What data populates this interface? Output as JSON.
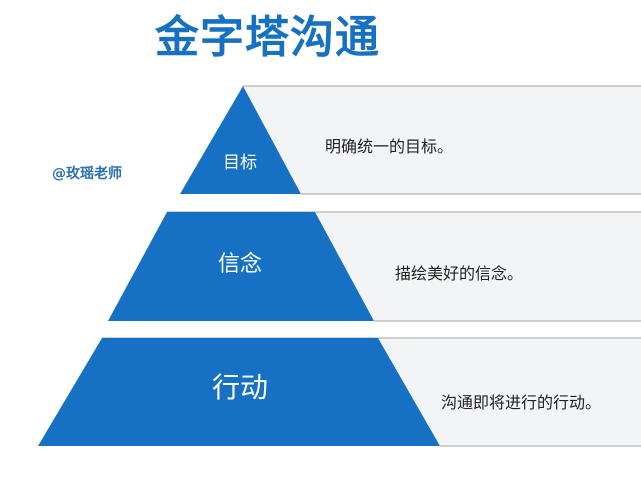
{
  "title": "金字塔沟通",
  "watermark": "@玫瑶老师",
  "colors": {
    "accent": "#1670c4",
    "title": "#1670c4",
    "panel": "#f3f4f6",
    "border": "#b3b3b3"
  },
  "tiers": [
    {
      "label": "目标",
      "description": "明确统一的目标。"
    },
    {
      "label": "信念",
      "description": "描绘美好的信念。"
    },
    {
      "label": "行动",
      "description": "沟通即将进行的行动。"
    }
  ]
}
